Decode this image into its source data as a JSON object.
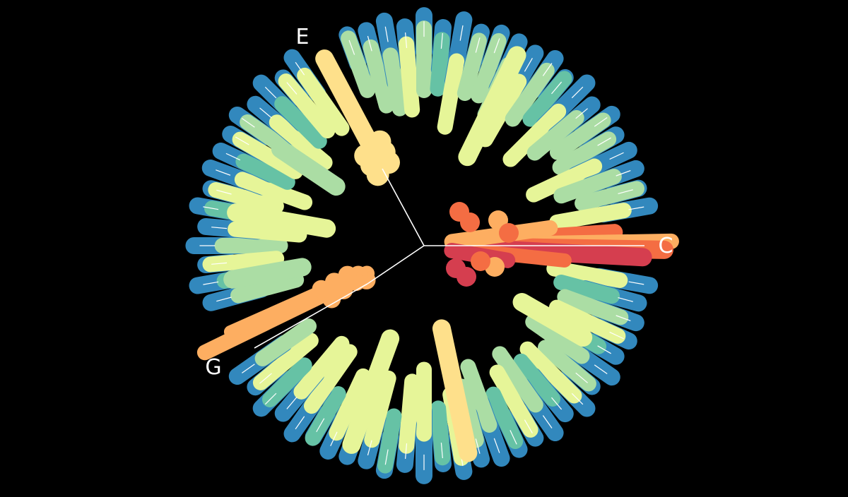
{
  "labels": [
    "E",
    "C",
    "G"
  ],
  "palette": {
    "background": "#000000",
    "level_1": "#3288bd",
    "level_2": "#66c2a5",
    "level_3": "#abdda4",
    "level_4": "#e6f598",
    "level_5": "#fee08b",
    "level_6": "#fdae61",
    "level_7": "#f46d43",
    "level_8": "#d53e4f",
    "edge": "#ffffff",
    "label": "#ffffff"
  }
}
